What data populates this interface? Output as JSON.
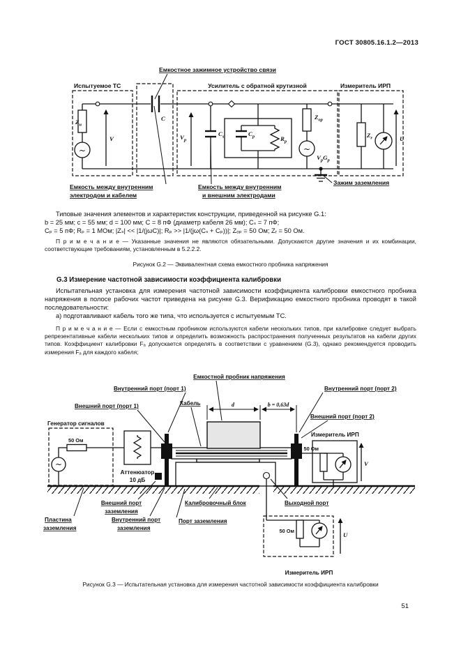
{
  "page": {
    "header": "ГОСТ 30805.16.1.2—2013",
    "number": "51"
  },
  "text": {
    "intro_line1": "Типовые значения элементов и характеристик конструкции, приведенной на рисунке G.1:",
    "intro_line2": "b = 25 мм; c = 55 мм; d = 100 мм; C = 8 пФ (диаметр кабеля 26 мм); Cₛ = 7 пФ;",
    "intro_line3": "Cₚ = 5 пФ; Rₚ = 1 МОм; |Zₛ| << |1/(jωC)|; Rₚ >> |1/(jω(Cₛ + Cₚ))|; Zₒₚ = 50 Ом; Zᵣ = 50 Ом.",
    "note1": "П р и м е ч а н и е — Указанные значения не являются обязательными. Допускаются другие значения и их комбинации, соответствующие требованиям, установленным в 5.2.2.2.",
    "caption_g2": "Рисунок G.2 — Эквивалентная схема емкостного пробника напряжения",
    "heading_g3": "G.3 Измерение частотной зависимости коэффициента калибровки",
    "para_g3": "Испытательная установка для измерения частотной зависимости коэффициента калибровки емкостного пробника напряжения в полосе рабочих частот приведена на рисунке G.3. Верификацию емкостного пробника проводят в такой последовательности:",
    "item_a": "а) подготавливают кабель того же типа, что используется с испытуемым ТС.",
    "note2": "П р и м е ч а н и е — Если с емкостным пробником используются кабели нескольких типов, при калибровке следует выбрать репрезентативные кабели нескольких типов и определить возможность распространения полученных результатов на кабели других типов. Коэффициент калибровки Fₐ допускается определять в соответствии с уравнением (G.3), однако рекомендуется проводить измерения Fₐ для каждого кабеля;",
    "caption_g3": "Рисунок G.3 — Испытательная установка для измерения частотной зависимости коэффициента калибровки"
  },
  "fig_g2": {
    "callout_clamp": "Емкостное зажимное устройство связи",
    "title_eut": "Испытуемое ТС",
    "title_amp": "Усилитель с обратной крутизной",
    "title_receiver": "Измеритель ИРП",
    "callout_cap_cable_1": "Емкость между внутренним",
    "callout_cap_cable_2": "электродом и кабелем",
    "callout_cap_electrodes_1": "Емкость между внутренним",
    "callout_cap_electrodes_2": "и внешним электродами",
    "callout_ground": "Зажим заземления",
    "sym": {
      "zn": {
        "b": "Z",
        "s": "н"
      },
      "v": "V",
      "c": "C",
      "vp": {
        "b": "V",
        "s": "p"
      },
      "cs": {
        "b": "C",
        "s": "s"
      },
      "cp": {
        "b": "C",
        "s": "p"
      },
      "rp": {
        "b": "R",
        "s": "p"
      },
      "zop": {
        "b": "Z",
        "s": "op"
      },
      "vpgp": {
        "b1": "V",
        "s1": "p",
        "b2": "G",
        "s2": "p"
      },
      "zr": {
        "b": "Z",
        "s": "r"
      },
      "u": "U",
      "tilde": "~"
    }
  },
  "fig_g3": {
    "probe": "Емкостной пробник напряжения",
    "inner_port_1": "Внутренний порт (порт 1)",
    "inner_port_2": "Внутренний порт (порт 2)",
    "outer_port_1": "Внешний порт (порт 1)",
    "outer_port_2": "Внешний порт (порт 2)",
    "cable": "Кабель",
    "dim_d": "d",
    "dim_b": "b = 0,63d",
    "generator": "Генератор сигналов",
    "r50_gen": "50 Ом",
    "attenuator_1": "Аттенюатор",
    "attenuator_2": "10 дБ",
    "receiver_top": "Измеритель ИРП",
    "r50_top": "50 Ом",
    "v": "V",
    "ext_ground_port_1": "Внешний порт",
    "ext_ground_port_2": "заземления",
    "cal_block": "Калибровочный блок",
    "output_port": "Выходной порт",
    "ground_plate_1": "Пластина",
    "ground_plate_2": "заземления",
    "int_ground_port_1": "Внутренний порт",
    "int_ground_port_2": "заземления",
    "ground_port": "Порт заземления",
    "receiver_bottom": "Измеритель ИРП",
    "r50_bottom": "50 Ом",
    "u": "U",
    "tilde": "~"
  }
}
